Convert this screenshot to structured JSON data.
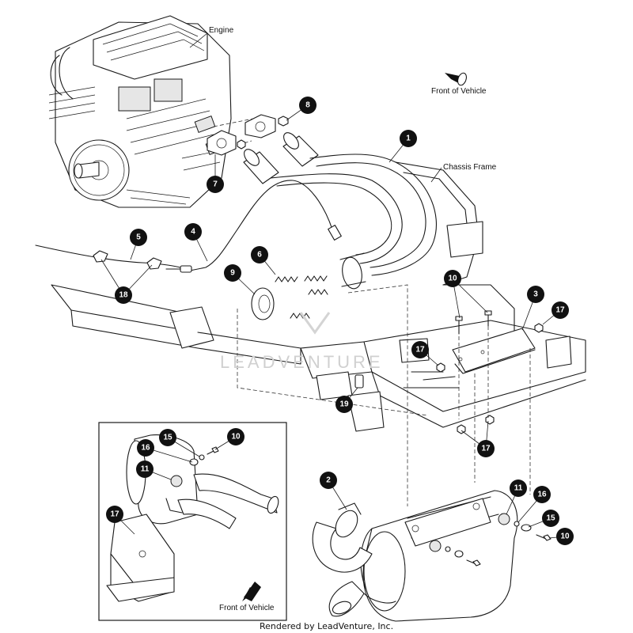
{
  "labels": {
    "engine": "Engine",
    "front_top": "Front of Vehicle",
    "chassis": "Chassis Frame",
    "front_bottom": "Front of Vehicle"
  },
  "watermark": "LEADVENTURE",
  "credit": "Rendered by LeadVenture, Inc.",
  "callouts": {
    "c1": "1",
    "c2": "2",
    "c3": "3",
    "c4": "4",
    "c5": "5",
    "c6": "6",
    "c7": "7",
    "c8": "8",
    "c9": "9",
    "c10a": "10",
    "c10b": "10",
    "c10c": "10",
    "c11a": "11",
    "c11b": "11",
    "c15a": "15",
    "c15b": "15",
    "c16a": "16",
    "c16b": "16",
    "c17a": "17",
    "c17b": "17",
    "c17c": "17",
    "c17d": "17",
    "c18": "18",
    "c19": "19"
  }
}
